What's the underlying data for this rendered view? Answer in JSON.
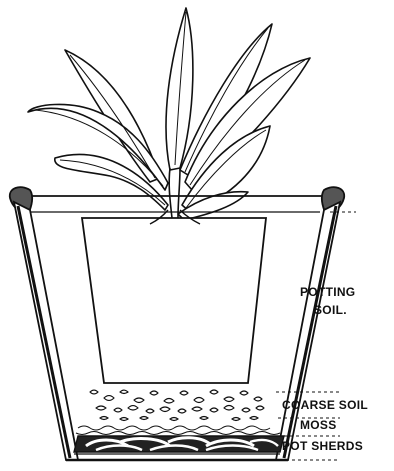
{
  "labels": {
    "potting_soil_line1": "POTTING",
    "potting_soil_line2": "SOIL.",
    "coarse_soil": "COARSE SOIL",
    "moss": "MOSS",
    "pot_sherds": "POT SHERDS"
  },
  "colors": {
    "ink": "#111111",
    "paper": "#ffffff"
  }
}
